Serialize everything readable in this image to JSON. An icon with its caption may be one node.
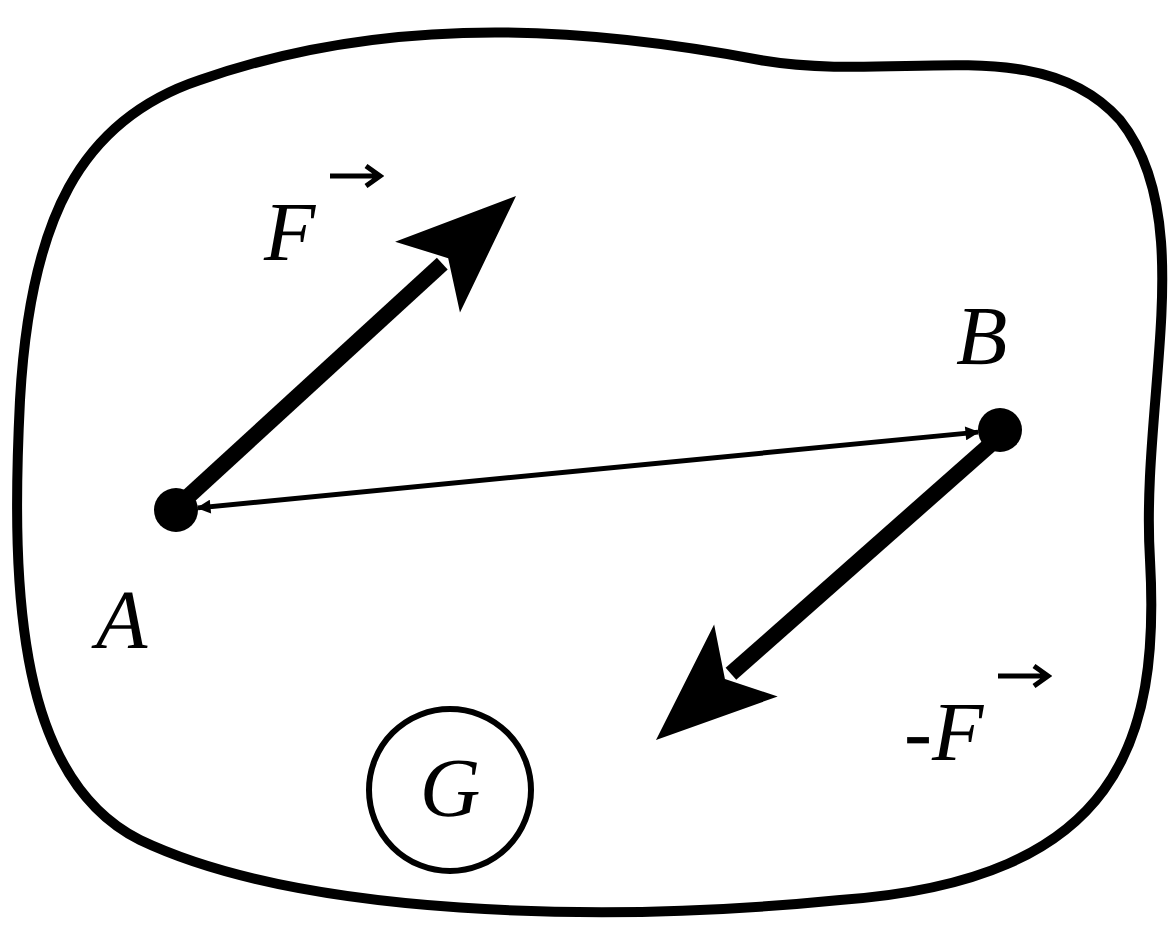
{
  "diagram": {
    "nodes": [
      {
        "text": [],
        "shape": "circle",
        "beside": [
          "A"
        ]
      },
      {
        "text": [],
        "shape": "circle",
        "beside": [
          "B"
        ]
      },
      {
        "text": [
          "G"
        ]
      }
    ],
    "edges": [
      {
        "from": 0,
        "to": 1,
        "arrow": "both"
      }
    ],
    "labels": [
      "F⃗",
      "-F⃗"
    ]
  }
}
